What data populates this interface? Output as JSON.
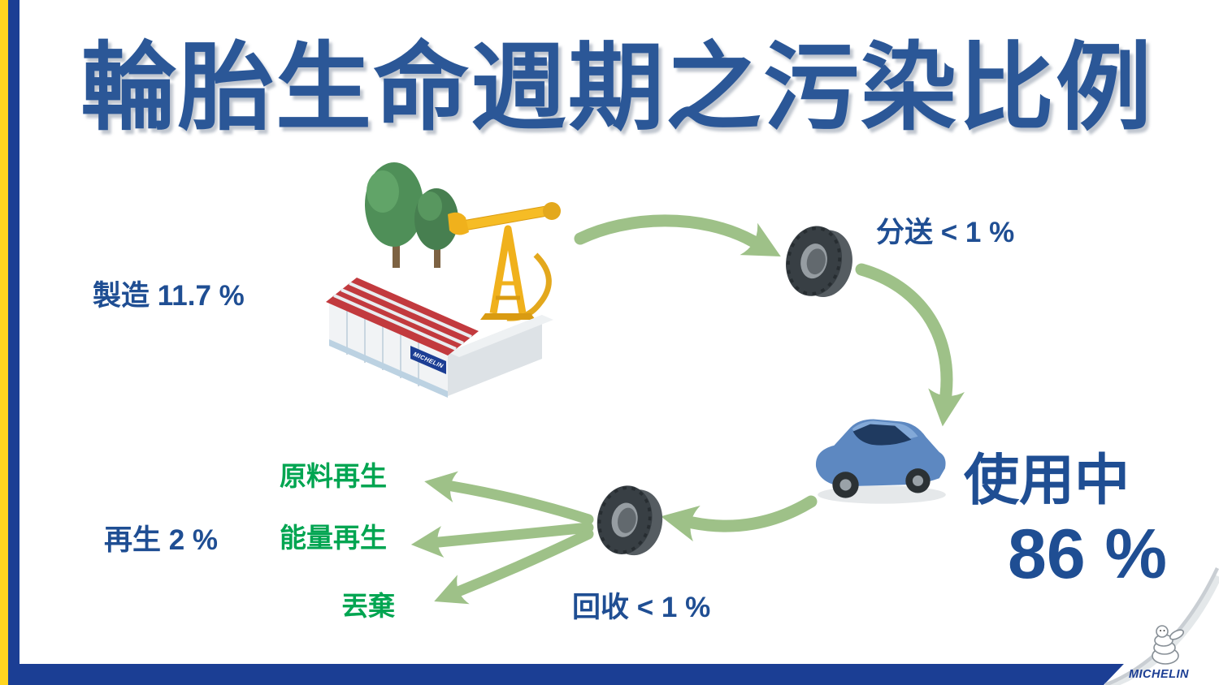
{
  "title": "輪胎生命週期之污染比例",
  "stages": {
    "manufacturing": "製造 11.7 %",
    "distribution": "分送 < 1 %",
    "in_use_label": "使用中",
    "in_use_value": "86 %",
    "recycling": "回收 < 1 %",
    "regeneration": "再生 2 %"
  },
  "end_of_life": {
    "material": "原料再生",
    "energy": "能量再生",
    "discard": "丟棄"
  },
  "factory_sign": "MICHELIN",
  "logo_text": "MICHELIN",
  "colors": {
    "title_blue": "#2b5797",
    "label_blue": "#1f4e93",
    "label_green": "#00a551",
    "arrow_green": "#9ec188",
    "stripe_yellow": "#ffd520",
    "stripe_blue": "#1b3e94"
  }
}
